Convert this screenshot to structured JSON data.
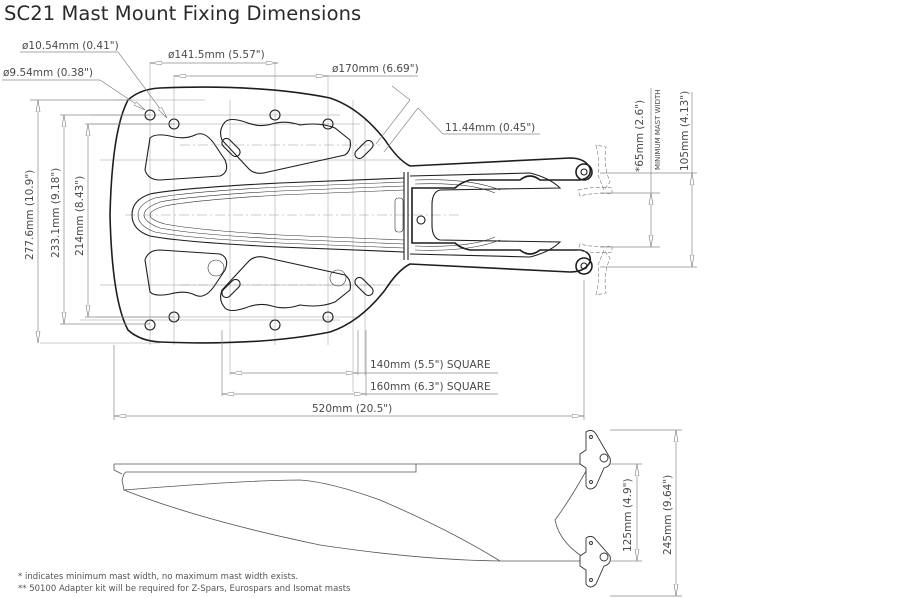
{
  "title": "SC21 Mast Mount Fixing Dimensions",
  "top_view": {
    "dimensions": {
      "hole_10_54": "ø10.54mm (0.41\")",
      "hole_9_54": "ø9.54mm (0.38\")",
      "pcd_141_5": "ø141.5mm (5.57\")",
      "pcd_170": "ø170mm (6.69\")",
      "slot_11_44": "11.44mm (0.45\")",
      "min_mast_65": "*65mm (2.6\")",
      "min_mast_note": "MINIMUM MAST WIDTH",
      "jaw_105": "105mm (4.13\")",
      "height_277_6": "277.6mm (10.9\")",
      "height_233_1": "233.1mm (9.18\")",
      "height_214": "214mm (8.43\")",
      "square_140": "140mm (5.5\") SQUARE",
      "square_160": "160mm (6.3\") SQUARE",
      "length_520": "520mm (20.5\")"
    }
  },
  "side_view": {
    "dimensions": {
      "pin_125": "125mm (4.9\")",
      "overall_245": "245mm (9.64\")"
    }
  },
  "notes": [
    "* indicates minimum mast width, no maximum mast width exists.",
    "** 50100 Adapter kit will be required for Z-Spars, Eurospars and Isomat masts"
  ]
}
